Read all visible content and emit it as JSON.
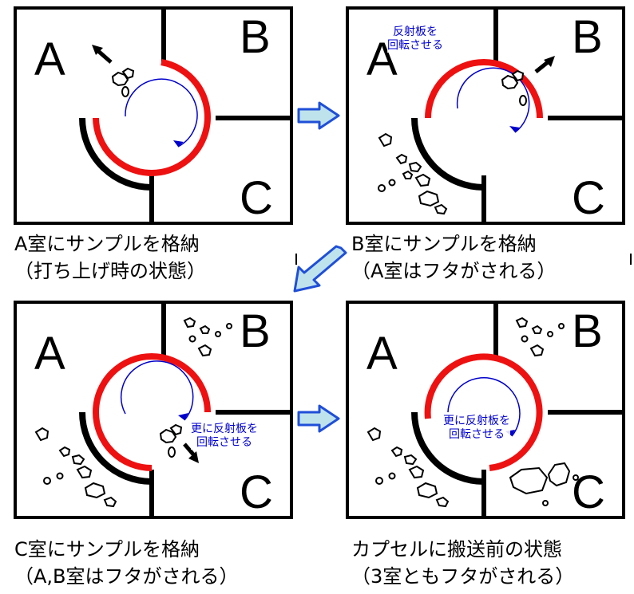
{
  "rooms": [
    "A",
    "B",
    "C"
  ],
  "panels": [
    {
      "caption_line1": "A室にサンプルを格納",
      "caption_line2": "（打ち上げ時の状態）",
      "note_line1": "",
      "note_line2": ""
    },
    {
      "caption_line1": "B室にサンプルを格納",
      "caption_line2": "（A室はフタがされる）",
      "note_line1": "反射板を",
      "note_line2": "回転させる"
    },
    {
      "caption_line1": "C室にサンプルを格納",
      "caption_line2": "（A,B室はフタがされる）",
      "note_line1": "更に反射板を",
      "note_line2": "回転させる"
    },
    {
      "caption_line1": "カプセルに搬送前の状態",
      "caption_line2": "（3室ともフタがされる）",
      "note_line1": "更に反射板を",
      "note_line2": "回転させる"
    }
  ],
  "colors": {
    "wall": "#000000",
    "reflector": "#ee1111",
    "rotation_arrow": "#0000cc",
    "flow_arrow_fill": "#bfe3ec",
    "flow_arrow_stroke": "#1f4fd8"
  },
  "icons": {
    "flow_arrow": "block-arrow-icon",
    "sample": "rock-fragment-icon"
  }
}
